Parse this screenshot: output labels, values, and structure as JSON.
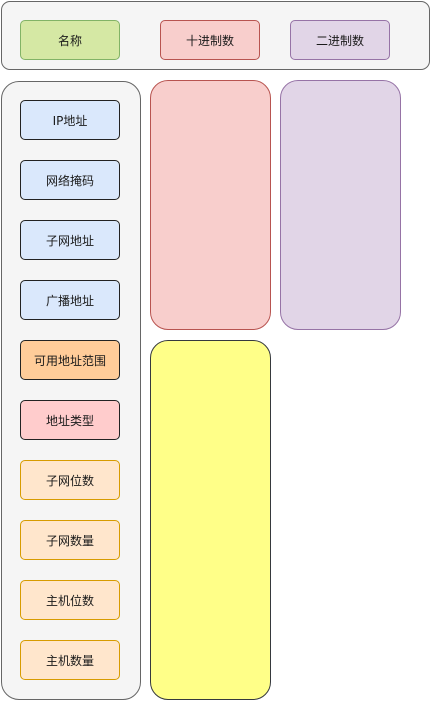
{
  "header": {
    "name_label": "名称",
    "decimal_label": "十进制数",
    "binary_label": "二进制数"
  },
  "sidebar": {
    "items": [
      {
        "label": "IP地址",
        "style": "blue"
      },
      {
        "label": "网络掩码",
        "style": "blue"
      },
      {
        "label": "子网地址",
        "style": "blue"
      },
      {
        "label": "广播地址",
        "style": "blue"
      },
      {
        "label": "可用地址范围",
        "style": "orange"
      },
      {
        "label": "地址类型",
        "style": "pink"
      },
      {
        "label": "子网位数",
        "style": "cream"
      },
      {
        "label": "子网数量",
        "style": "cream"
      },
      {
        "label": "主机位数",
        "style": "cream"
      },
      {
        "label": "主机数量",
        "style": "cream"
      }
    ]
  },
  "colors": {
    "green_fill": "#d5e8a4",
    "red_fill": "#f8cecc",
    "purple_fill": "#e1d5e7",
    "blue_fill": "#dae8fc",
    "orange_fill": "#ffcc99",
    "pink_fill": "#ffcccc",
    "cream_fill": "#ffe6cc",
    "yellow_fill": "#ffff88",
    "panel_fill": "#f5f5f5"
  }
}
